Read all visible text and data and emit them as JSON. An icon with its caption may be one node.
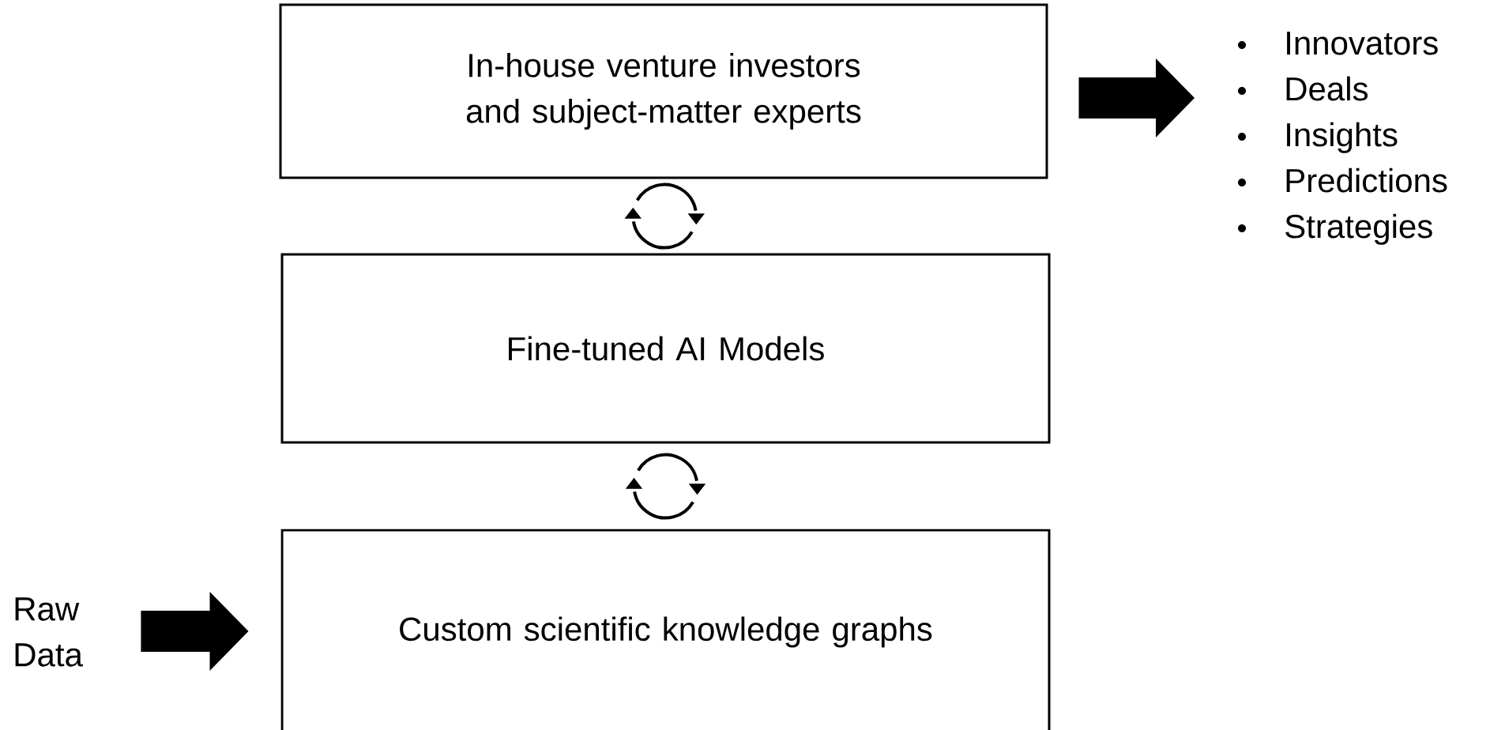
{
  "diagram": {
    "nodes": [
      {
        "text": [
          "In-house venture investors and subject-matter experts"
        ]
      },
      {
        "text": [
          "Fine-tuned AI Models"
        ]
      },
      {
        "text": [
          "Custom scientific knowledge graphs"
        ]
      },
      {
        "text": [
          "Raw Data"
        ]
      },
      {
        "text": [
          "Innovators",
          "Deals",
          "Insights",
          "Predictions",
          "Strategies"
        ]
      }
    ],
    "edges": [
      {
        "from": 0,
        "to": 4,
        "arrow": "to"
      },
      {
        "from": 3,
        "to": 2,
        "arrow": "to"
      }
    ]
  }
}
